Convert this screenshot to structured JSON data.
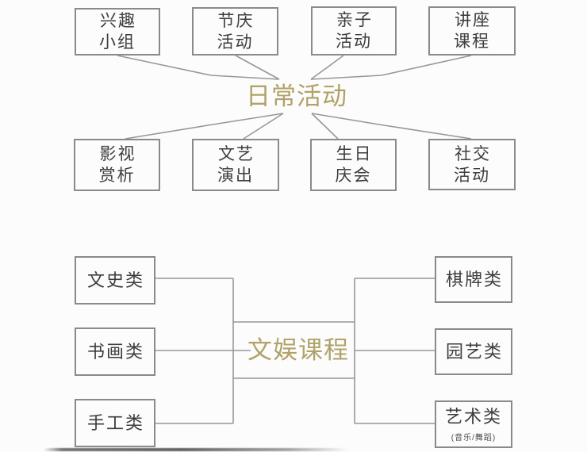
{
  "colors": {
    "background": "#fcfcfc",
    "box_border": "#8a8a8a",
    "connector": "#979797",
    "node_text": "#3d3d3d",
    "title_accent": "#b0a268"
  },
  "daily_activities_map": {
    "type": "mindmap",
    "title": "日常活动",
    "top_row_nodes": [
      {
        "label": "兴趣\n小组"
      },
      {
        "label": "节庆\n活动"
      },
      {
        "label": "亲子\n活动"
      },
      {
        "label": "讲座\n课程"
      }
    ],
    "bottom_row_nodes": [
      {
        "label": "影视\n赏析"
      },
      {
        "label": "文艺\n演出"
      },
      {
        "label": "生日\n庆会"
      },
      {
        "label": "社交\n活动"
      }
    ]
  },
  "culture_courses_map": {
    "type": "mindmap",
    "title": "文娱课程",
    "left_column_nodes": [
      {
        "label": "文史类",
        "sub": ""
      },
      {
        "label": "书画类",
        "sub": ""
      },
      {
        "label": "手工类",
        "sub": ""
      }
    ],
    "right_column_nodes": [
      {
        "label": "棋牌类",
        "sub": ""
      },
      {
        "label": "园艺类",
        "sub": ""
      },
      {
        "label": "艺术类",
        "sub": "(音乐/舞蹈)"
      }
    ]
  }
}
